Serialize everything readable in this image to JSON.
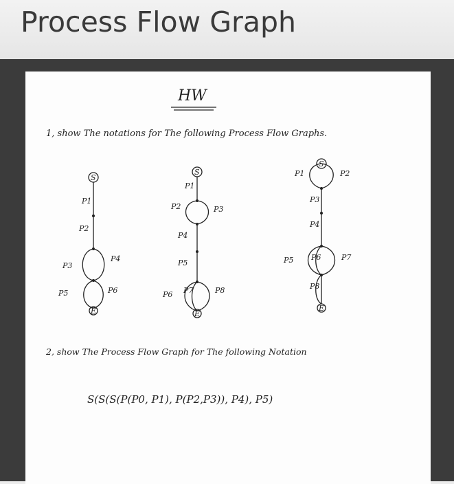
{
  "header": {
    "title": "Process Flow Graph"
  },
  "doc": {
    "heading": "HW",
    "q1": "1, show The notations for The following Process Flow Graphs.",
    "q2": "2, show The Process Flow Graph for The following Notation",
    "notation": "S(S(S(P(P0, P1), P(P2,P3)), P4), P5)"
  },
  "graphs": {
    "g1": {
      "start": "S",
      "end": "E",
      "labels": [
        "P1",
        "P2",
        "P3",
        "P4",
        "P5",
        "P6"
      ]
    },
    "g2": {
      "start": "S",
      "end": "E",
      "labels": [
        "P1",
        "P2",
        "P3",
        "P4",
        "P5",
        "P6",
        "P7",
        "P8"
      ]
    },
    "g3": {
      "start": "S",
      "end": "E",
      "labels": [
        "P1",
        "P2",
        "P3",
        "P4",
        "P5",
        "P6",
        "P7",
        "P8"
      ]
    }
  },
  "colors": {
    "ink": "#222222",
    "paper": "#fdfdfd",
    "frame": "#3b3b3b",
    "title_bg": "#eeeeee"
  }
}
